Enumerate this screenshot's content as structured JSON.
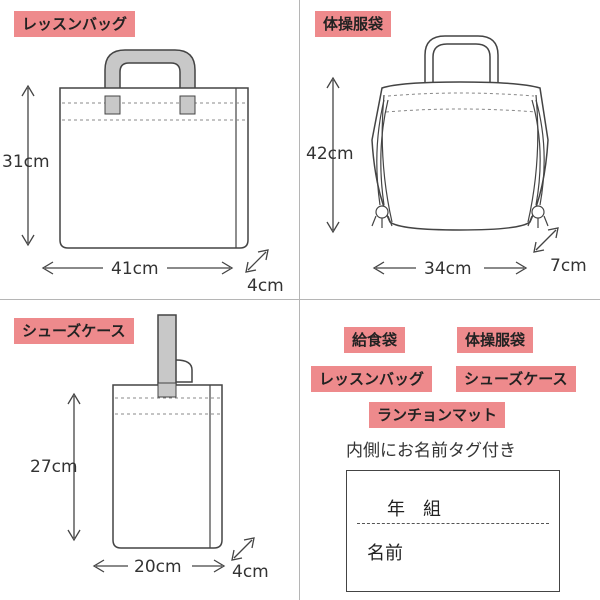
{
  "lesson_bag": {
    "label": "レッスンバッグ",
    "height": "31cm",
    "width": "41cm",
    "depth": "4cm"
  },
  "gym_bag": {
    "label": "体操服袋",
    "height": "42cm",
    "width": "34cm",
    "depth": "7cm"
  },
  "shoe_case": {
    "label": "シューズケース",
    "height": "27cm",
    "width": "20cm",
    "depth": "4cm"
  },
  "tag_info": {
    "items": [
      "給食袋",
      "体操服袋",
      "レッスンバッグ",
      "シューズケース",
      "ランチョンマット"
    ],
    "note": "内側にお名前タグ付き",
    "tag_line1": "年　組",
    "tag_line2": "名前"
  },
  "colors": {
    "label_bg": "#ee8a8c",
    "line": "#444444",
    "handle": "#c8c8c8"
  }
}
